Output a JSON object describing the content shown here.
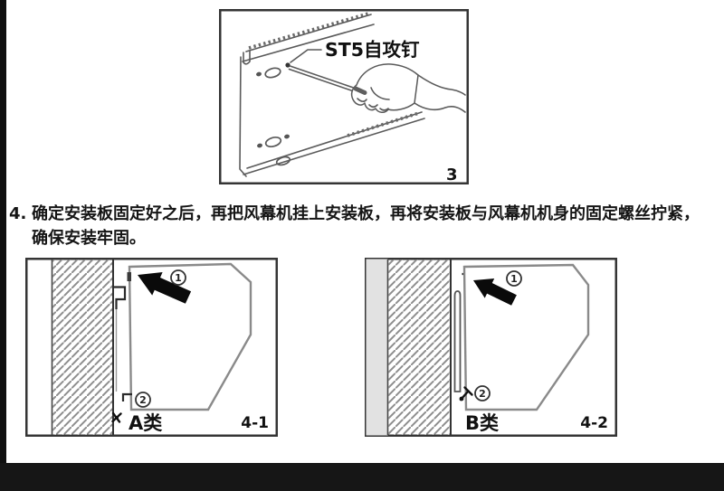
{
  "colors": {
    "page_bg": "#ffffff",
    "left_strip": "#101010",
    "bottom_bar": "#161616",
    "frame_border": "#353535",
    "line_art": "#5a5a5a",
    "machine_outline": "#8a8a8a",
    "hatch_line": "#8e8e8e",
    "gray_strip": "#e2e2e2",
    "text_color": "#151515",
    "arrow_fill": "#0a0a0a"
  },
  "step4": {
    "number": "4.",
    "line1": "确定安装板固定好之后，再把风幕机挂上安装板，再将安装板与风幕机机身的固定螺丝拧紧，",
    "line2": "确保安装牢固。"
  },
  "figure3": {
    "screw_label": "ST5自攻钉",
    "figure_number": "3"
  },
  "figure41": {
    "type_label": "A类",
    "figure_number": "4-1",
    "callout1": "1",
    "callout2": "2"
  },
  "figure42": {
    "type_label": "B类",
    "figure_number": "4-2",
    "callout1": "1",
    "callout2": "2"
  }
}
